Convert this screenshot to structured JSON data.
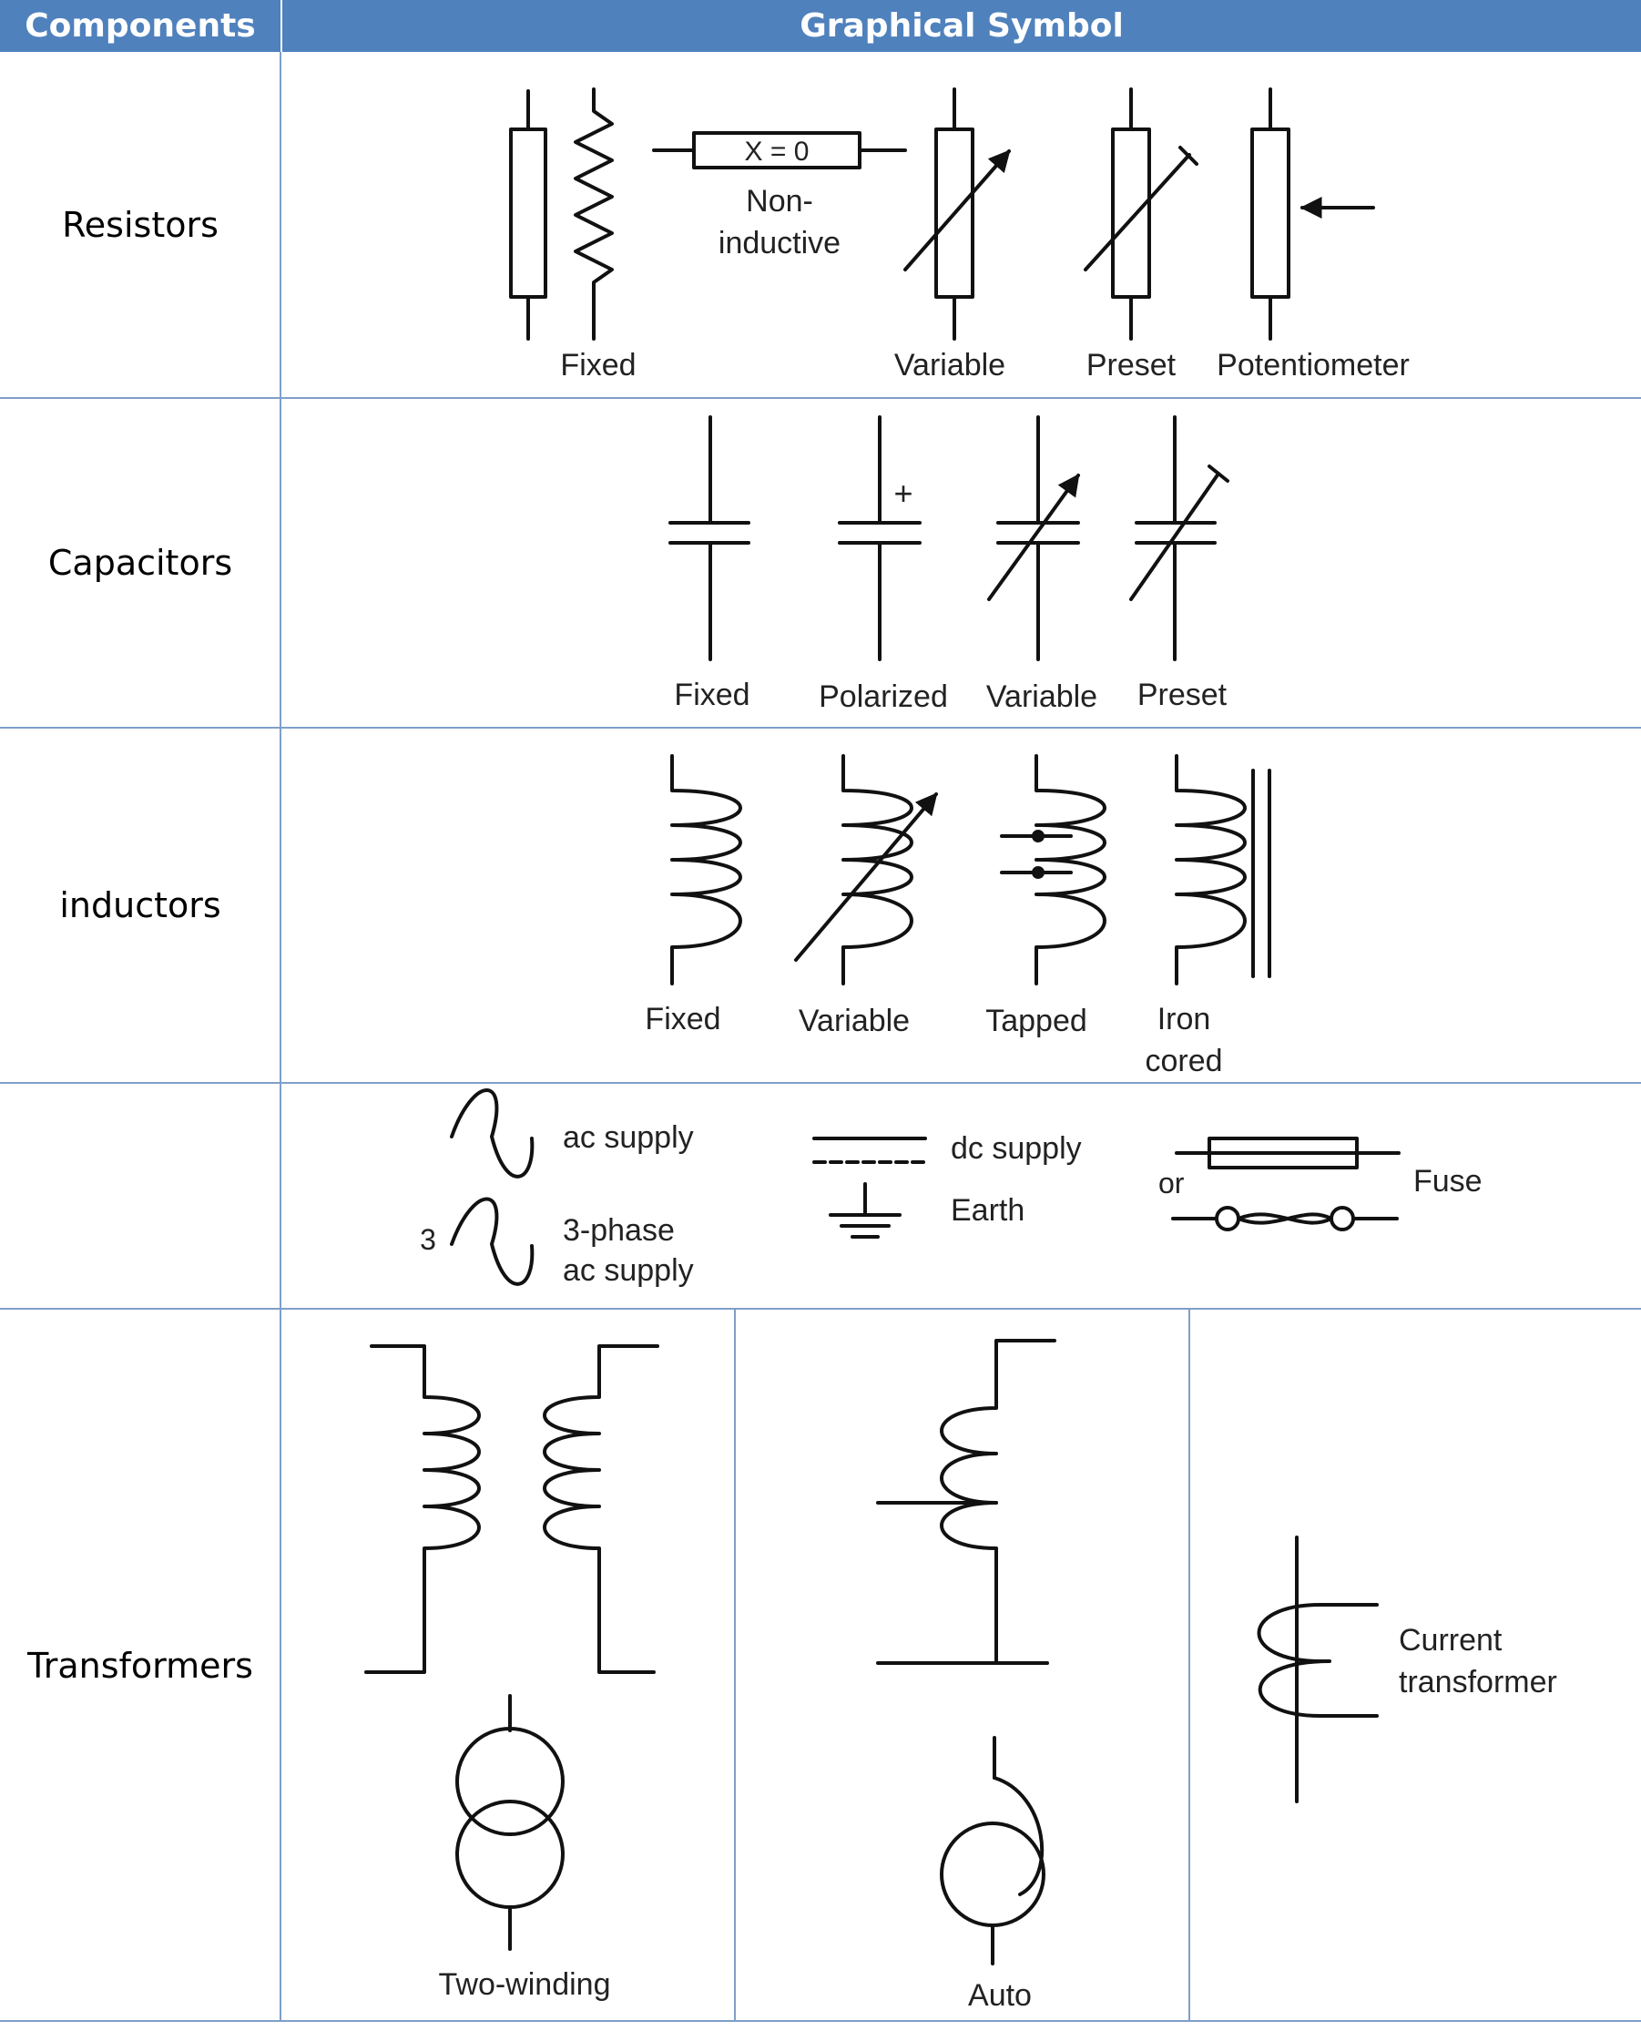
{
  "header": {
    "components": "Components",
    "symbol": "Graphical Symbol"
  },
  "rows": {
    "resistors": "Resistors",
    "capacitors": "Capacitors",
    "inductors": "inductors",
    "misc": "",
    "transformers": "Transformers"
  },
  "resistors": {
    "fixed": "Fixed",
    "x0": "X = 0",
    "noninductive_1": "Non-",
    "noninductive_2": "inductive",
    "variable": "Variable",
    "preset": "Preset",
    "potentiometer": "Potentiometer"
  },
  "capacitors": {
    "fixed": "Fixed",
    "plus": "+",
    "polarized": "Polarized",
    "variable": "Variable",
    "preset": "Preset"
  },
  "inductors": {
    "fixed": "Fixed",
    "variable": "Variable",
    "tapped": "Tapped",
    "iron_1": "Iron",
    "iron_2": "cored"
  },
  "misc": {
    "ac_supply": "ac supply",
    "three": "3",
    "three_phase_1": "3-phase",
    "three_phase_2": "ac supply",
    "dc_supply": "dc supply",
    "earth": "Earth",
    "or": "or",
    "fuse": "Fuse"
  },
  "transformers": {
    "two_winding": "Two-winding",
    "auto": "Auto",
    "current_1": "Current",
    "current_2": "transformer"
  }
}
